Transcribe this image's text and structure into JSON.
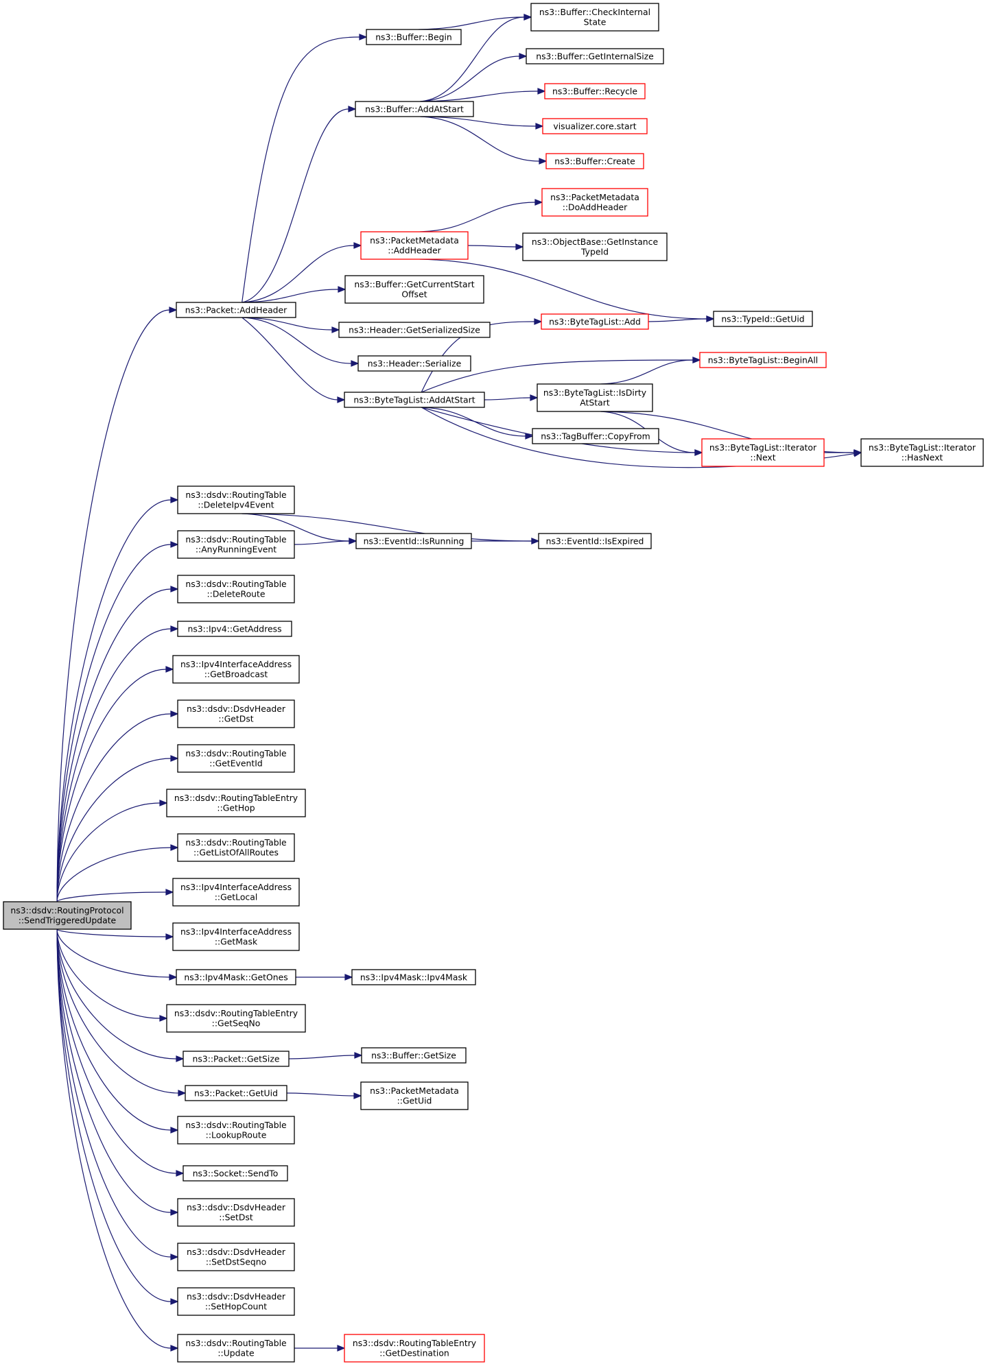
{
  "colors": {
    "edge": "#191970",
    "border_normal": "#000000",
    "border_truncated": "#ff0000",
    "root_fill": "#bfbfbf",
    "node_fill": "#ffffff"
  },
  "nodes": [
    {
      "id": "root",
      "lines": [
        "ns3::dsdv::RoutingProtocol",
        "::SendTriggeredUpdate"
      ],
      "style": "root"
    },
    {
      "id": "pkt_addheader",
      "lines": [
        "ns3::Packet::AddHeader"
      ],
      "style": "normal"
    },
    {
      "id": "buf_begin",
      "lines": [
        "ns3::Buffer::Begin"
      ],
      "style": "normal"
    },
    {
      "id": "buf_checkinternal",
      "lines": [
        "ns3::Buffer::CheckInternal",
        "State"
      ],
      "style": "normal"
    },
    {
      "id": "buf_addatstart",
      "lines": [
        "ns3::Buffer::AddAtStart"
      ],
      "style": "normal"
    },
    {
      "id": "buf_getinternalsize",
      "lines": [
        "ns3::Buffer::GetInternalSize"
      ],
      "style": "normal"
    },
    {
      "id": "buf_recycle",
      "lines": [
        "ns3::Buffer::Recycle"
      ],
      "style": "truncated"
    },
    {
      "id": "vis_start",
      "lines": [
        "visualizer.core.start"
      ],
      "style": "truncated"
    },
    {
      "id": "buf_create",
      "lines": [
        "ns3::Buffer::Create"
      ],
      "style": "truncated"
    },
    {
      "id": "pm_doaddheader",
      "lines": [
        "ns3::PacketMetadata",
        "::DoAddHeader"
      ],
      "style": "truncated"
    },
    {
      "id": "pm_addheader",
      "lines": [
        "ns3::PacketMetadata",
        "::AddHeader"
      ],
      "style": "truncated"
    },
    {
      "id": "ob_getinstancetypeid",
      "lines": [
        "ns3::ObjectBase::GetInstance",
        "TypeId"
      ],
      "style": "normal"
    },
    {
      "id": "buf_getcurrentstartoffset",
      "lines": [
        "ns3::Buffer::GetCurrentStart",
        "Offset"
      ],
      "style": "normal"
    },
    {
      "id": "typeid_getuid",
      "lines": [
        "ns3::TypeId::GetUid"
      ],
      "style": "normal"
    },
    {
      "id": "btl_add",
      "lines": [
        "ns3::ByteTagList::Add"
      ],
      "style": "truncated"
    },
    {
      "id": "hdr_getserializedsize",
      "lines": [
        "ns3::Header::GetSerializedSize"
      ],
      "style": "normal"
    },
    {
      "id": "btl_beginall",
      "lines": [
        "ns3::ByteTagList::BeginAll"
      ],
      "style": "truncated"
    },
    {
      "id": "hdr_serialize",
      "lines": [
        "ns3::Header::Serialize"
      ],
      "style": "normal"
    },
    {
      "id": "btl_addatstart",
      "lines": [
        "ns3::ByteTagList::AddAtStart"
      ],
      "style": "normal"
    },
    {
      "id": "btl_isdirtyatstart",
      "lines": [
        "ns3::ByteTagList::IsDirty",
        "AtStart"
      ],
      "style": "normal"
    },
    {
      "id": "tagbuf_copyfrom",
      "lines": [
        "ns3::TagBuffer::CopyFrom"
      ],
      "style": "normal"
    },
    {
      "id": "btl_it_next",
      "lines": [
        "ns3::ByteTagList::Iterator",
        "::Next"
      ],
      "style": "truncated"
    },
    {
      "id": "btl_it_hasnext",
      "lines": [
        "ns3::ByteTagList::Iterator",
        "::HasNext"
      ],
      "style": "normal"
    },
    {
      "id": "rt_deleteipv4event",
      "lines": [
        "ns3::dsdv::RoutingTable",
        "::DeleteIpv4Event"
      ],
      "style": "normal"
    },
    {
      "id": "rt_anyrunningevent",
      "lines": [
        "ns3::dsdv::RoutingTable",
        "::AnyRunningEvent"
      ],
      "style": "normal"
    },
    {
      "id": "ev_isrunning",
      "lines": [
        "ns3::EventId::IsRunning"
      ],
      "style": "normal"
    },
    {
      "id": "ev_isexpired",
      "lines": [
        "ns3::EventId::IsExpired"
      ],
      "style": "normal"
    },
    {
      "id": "rt_deleteroute",
      "lines": [
        "ns3::dsdv::RoutingTable",
        "::DeleteRoute"
      ],
      "style": "normal"
    },
    {
      "id": "ipv4_getaddress",
      "lines": [
        "ns3::Ipv4::GetAddress"
      ],
      "style": "normal"
    },
    {
      "id": "iia_getbroadcast",
      "lines": [
        "ns3::Ipv4InterfaceAddress",
        "::GetBroadcast"
      ],
      "style": "normal"
    },
    {
      "id": "dh_getdst",
      "lines": [
        "ns3::dsdv::DsdvHeader",
        "::GetDst"
      ],
      "style": "normal"
    },
    {
      "id": "rt_geteventid",
      "lines": [
        "ns3::dsdv::RoutingTable",
        "::GetEventId"
      ],
      "style": "normal"
    },
    {
      "id": "rte_gethop",
      "lines": [
        "ns3::dsdv::RoutingTableEntry",
        "::GetHop"
      ],
      "style": "normal"
    },
    {
      "id": "rt_getlistofallroutes",
      "lines": [
        "ns3::dsdv::RoutingTable",
        "::GetListOfAllRoutes"
      ],
      "style": "normal"
    },
    {
      "id": "iia_getlocal",
      "lines": [
        "ns3::Ipv4InterfaceAddress",
        "::GetLocal"
      ],
      "style": "normal"
    },
    {
      "id": "iia_getmask",
      "lines": [
        "ns3::Ipv4InterfaceAddress",
        "::GetMask"
      ],
      "style": "normal"
    },
    {
      "id": "mask_getones",
      "lines": [
        "ns3::Ipv4Mask::GetOnes"
      ],
      "style": "normal"
    },
    {
      "id": "mask_ctor",
      "lines": [
        "ns3::Ipv4Mask::Ipv4Mask"
      ],
      "style": "normal"
    },
    {
      "id": "rte_getseqno",
      "lines": [
        "ns3::dsdv::RoutingTableEntry",
        "::GetSeqNo"
      ],
      "style": "normal"
    },
    {
      "id": "pkt_getsize",
      "lines": [
        "ns3::Packet::GetSize"
      ],
      "style": "normal"
    },
    {
      "id": "buf_getsize",
      "lines": [
        "ns3::Buffer::GetSize"
      ],
      "style": "normal"
    },
    {
      "id": "pkt_getuid",
      "lines": [
        "ns3::Packet::GetUid"
      ],
      "style": "normal"
    },
    {
      "id": "pm_getuid",
      "lines": [
        "ns3::PacketMetadata",
        "::GetUid"
      ],
      "style": "normal"
    },
    {
      "id": "rt_lookuproute",
      "lines": [
        "ns3::dsdv::RoutingTable",
        "::LookupRoute"
      ],
      "style": "normal"
    },
    {
      "id": "sock_sendto",
      "lines": [
        "ns3::Socket::SendTo"
      ],
      "style": "normal"
    },
    {
      "id": "dh_setdst",
      "lines": [
        "ns3::dsdv::DsdvHeader",
        "::SetDst"
      ],
      "style": "normal"
    },
    {
      "id": "dh_setdstseqno",
      "lines": [
        "ns3::dsdv::DsdvHeader",
        "::SetDstSeqno"
      ],
      "style": "normal"
    },
    {
      "id": "dh_sethopcount",
      "lines": [
        "ns3::dsdv::DsdvHeader",
        "::SetHopCount"
      ],
      "style": "normal"
    },
    {
      "id": "rt_update",
      "lines": [
        "ns3::dsdv::RoutingTable",
        "::Update"
      ],
      "style": "normal"
    },
    {
      "id": "rte_getdestination",
      "lines": [
        "ns3::dsdv::RoutingTableEntry",
        "::GetDestination"
      ],
      "style": "truncated"
    }
  ],
  "edges": [
    [
      "root",
      "pkt_addheader"
    ],
    [
      "pkt_addheader",
      "buf_begin"
    ],
    [
      "buf_begin",
      "buf_checkinternal"
    ],
    [
      "pkt_addheader",
      "buf_addatstart"
    ],
    [
      "buf_addatstart",
      "buf_checkinternal"
    ],
    [
      "buf_addatstart",
      "buf_getinternalsize"
    ],
    [
      "buf_addatstart",
      "buf_recycle"
    ],
    [
      "buf_addatstart",
      "vis_start"
    ],
    [
      "buf_addatstart",
      "buf_create"
    ],
    [
      "pkt_addheader",
      "pm_addheader"
    ],
    [
      "pm_addheader",
      "pm_doaddheader"
    ],
    [
      "pm_addheader",
      "ob_getinstancetypeid"
    ],
    [
      "pm_addheader",
      "typeid_getuid"
    ],
    [
      "pkt_addheader",
      "buf_getcurrentstartoffset"
    ],
    [
      "pkt_addheader",
      "hdr_getserializedsize"
    ],
    [
      "pkt_addheader",
      "hdr_serialize"
    ],
    [
      "pkt_addheader",
      "btl_addatstart"
    ],
    [
      "btl_addatstart",
      "btl_add"
    ],
    [
      "btl_add",
      "typeid_getuid"
    ],
    [
      "btl_addatstart",
      "btl_beginall"
    ],
    [
      "btl_addatstart",
      "btl_isdirtyatstart"
    ],
    [
      "btl_isdirtyatstart",
      "btl_beginall"
    ],
    [
      "btl_isdirtyatstart",
      "btl_it_next"
    ],
    [
      "btl_isdirtyatstart",
      "btl_it_hasnext"
    ],
    [
      "btl_addatstart",
      "tagbuf_copyfrom"
    ],
    [
      "btl_addatstart",
      "btl_it_next"
    ],
    [
      "btl_it_next",
      "btl_it_hasnext"
    ],
    [
      "btl_addatstart",
      "btl_it_hasnext"
    ],
    [
      "root",
      "rt_deleteipv4event"
    ],
    [
      "rt_deleteipv4event",
      "ev_isrunning"
    ],
    [
      "rt_deleteipv4event",
      "ev_isexpired"
    ],
    [
      "root",
      "rt_anyrunningevent"
    ],
    [
      "rt_anyrunningevent",
      "ev_isrunning"
    ],
    [
      "ev_isrunning",
      "ev_isexpired"
    ],
    [
      "root",
      "rt_deleteroute"
    ],
    [
      "root",
      "ipv4_getaddress"
    ],
    [
      "root",
      "iia_getbroadcast"
    ],
    [
      "root",
      "dh_getdst"
    ],
    [
      "root",
      "rt_geteventid"
    ],
    [
      "root",
      "rte_gethop"
    ],
    [
      "root",
      "rt_getlistofallroutes"
    ],
    [
      "root",
      "iia_getlocal"
    ],
    [
      "root",
      "iia_getmask"
    ],
    [
      "root",
      "mask_getones"
    ],
    [
      "mask_getones",
      "mask_ctor"
    ],
    [
      "root",
      "rte_getseqno"
    ],
    [
      "root",
      "pkt_getsize"
    ],
    [
      "pkt_getsize",
      "buf_getsize"
    ],
    [
      "root",
      "pkt_getuid"
    ],
    [
      "pkt_getuid",
      "pm_getuid"
    ],
    [
      "root",
      "rt_lookuproute"
    ],
    [
      "root",
      "sock_sendto"
    ],
    [
      "root",
      "dh_setdst"
    ],
    [
      "root",
      "dh_setdstseqno"
    ],
    [
      "root",
      "dh_sethopcount"
    ],
    [
      "root",
      "rt_update"
    ],
    [
      "rt_update",
      "rte_getdestination"
    ]
  ]
}
